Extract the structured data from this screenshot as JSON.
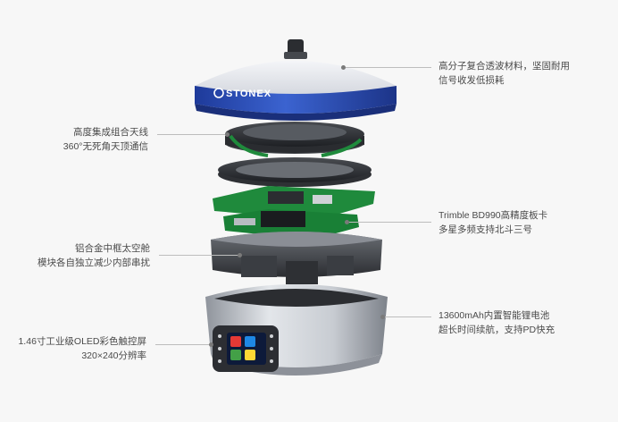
{
  "brand": {
    "logo_text": "STONEX"
  },
  "colors": {
    "dome_blue": "#2f4fb8",
    "background": "#f7f7f7",
    "pcb_green": "#1f8a3c",
    "body_silver": "#c9ccd3"
  },
  "annotations": {
    "dome": {
      "line1": "高分子复合透波材料，坚固耐用",
      "line2": "信号收发低损耗"
    },
    "antenna": {
      "line1": "高度集成组合天线",
      "line2": "360°无死角天顶通信"
    },
    "board": {
      "line1": "Trimble BD990高精度板卡",
      "line2": "多星多频支持北斗三号"
    },
    "frame": {
      "line1": "铝合金中框太空舱",
      "line2": "模块各自独立减少内部串扰"
    },
    "battery": {
      "line1": "13600mAh内置智能锂电池",
      "line2": "超长时间续航，支持PD快充"
    },
    "screen": {
      "line1": "1.46寸工业级OLED彩色触控屏",
      "line2": "320×240分辨率"
    }
  }
}
